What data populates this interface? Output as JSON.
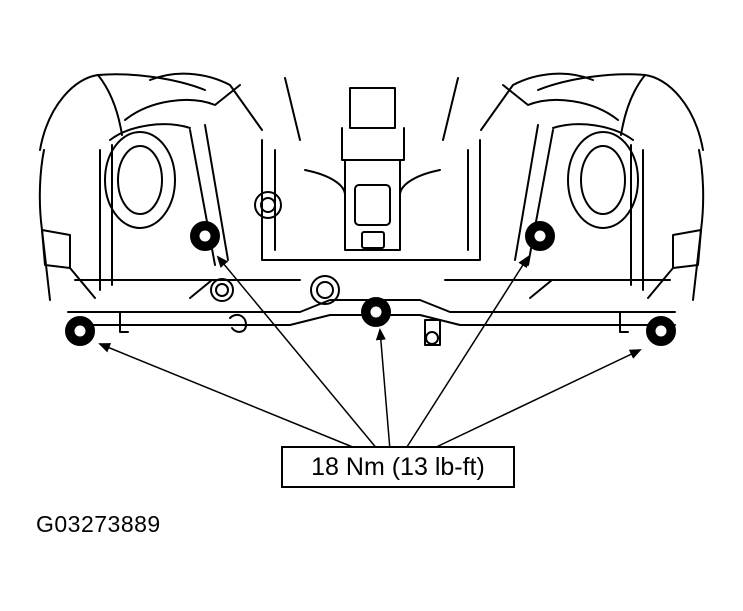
{
  "callout": {
    "torque_label": "18 Nm (13 lb-ft)"
  },
  "figure": {
    "id": "G03273889"
  },
  "bolts": [
    {
      "name": "bolt-left-outer"
    },
    {
      "name": "bolt-left-inner"
    },
    {
      "name": "bolt-center"
    },
    {
      "name": "bolt-right-inner"
    },
    {
      "name": "bolt-right-outer"
    }
  ],
  "colors": {
    "line": "#000000",
    "background": "#ffffff"
  }
}
